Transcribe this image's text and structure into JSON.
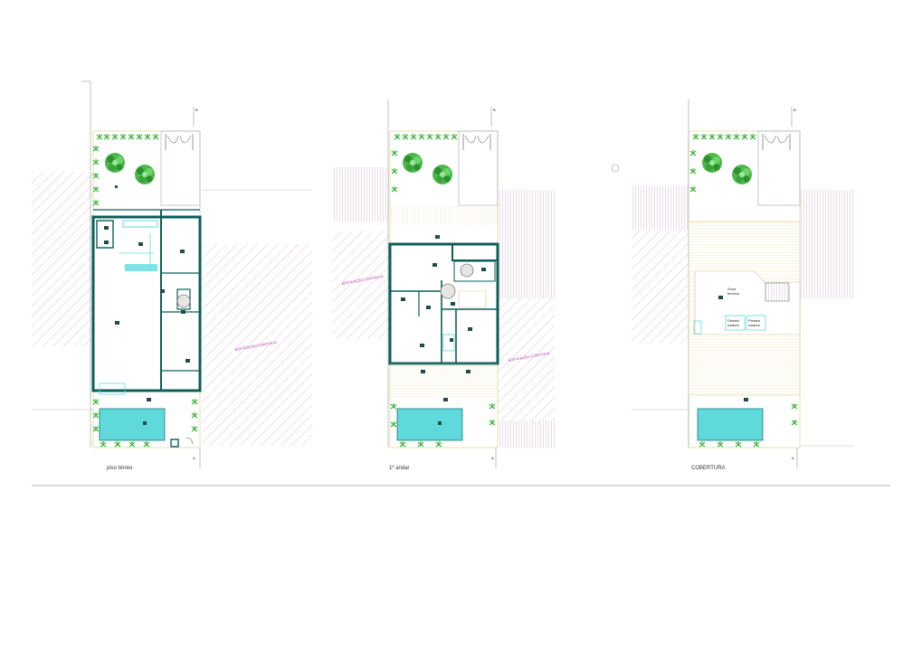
{
  "plans": [
    {
      "id": "ground",
      "caption": "piso térreo",
      "neighbour_note": "EDIFICAÇÃO CONTÍGUA"
    },
    {
      "id": "first",
      "caption": "1º andar",
      "neighbour_note": "EDIFICAÇÃO CONTÍGUA"
    },
    {
      "id": "roof",
      "caption": "COBERTURA",
      "roof_labels": [
        "Zona",
        "técnica",
        "Painéis",
        "solares",
        "Painéis",
        "solares"
      ]
    }
  ],
  "section_marks": {
    "top": "B",
    "bottom": "A"
  },
  "colors": {
    "wall": "#0b5e5a",
    "pool": "#5fd9dc",
    "plant": "#2fa82f",
    "hatch_neighbor": "#b06aa8",
    "deck": "#f0d9a0",
    "site_line": "#c9d07a"
  }
}
